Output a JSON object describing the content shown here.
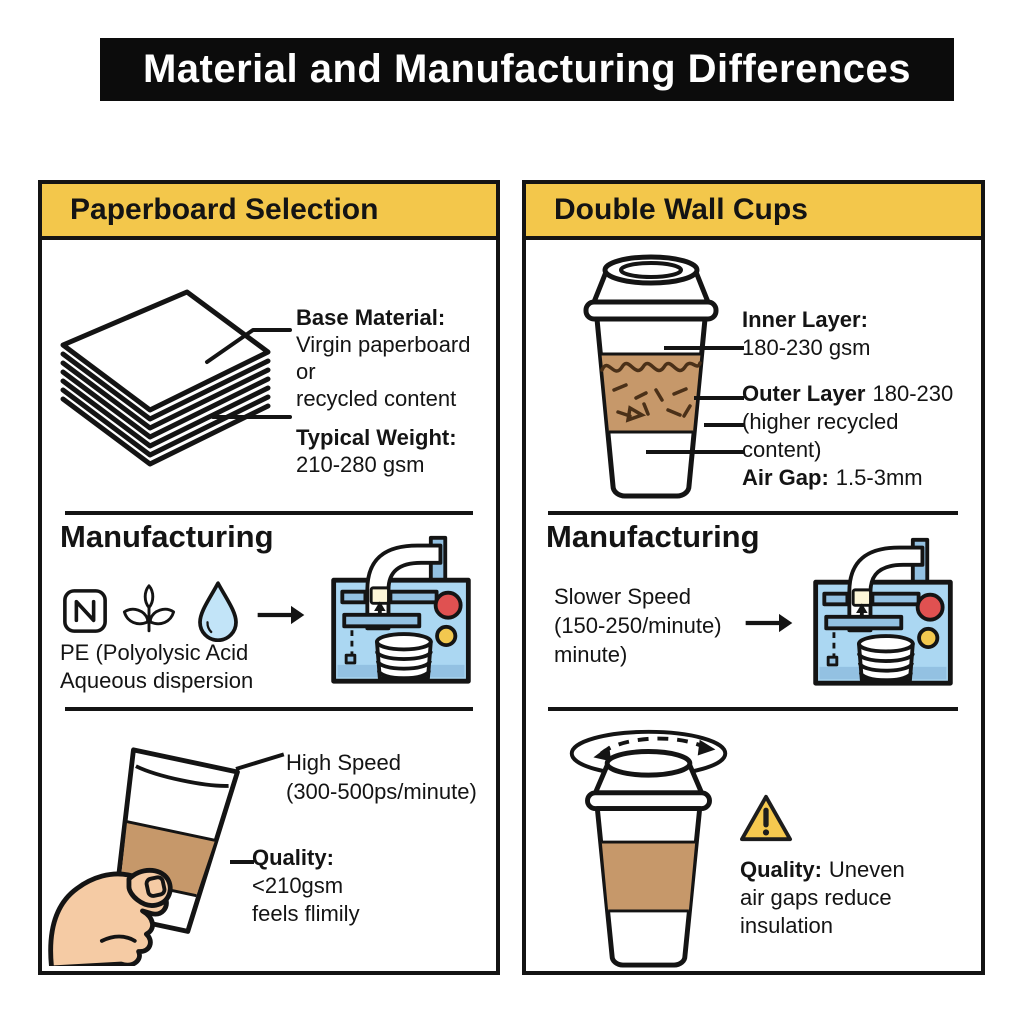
{
  "title": "Material and Manufacturing Differences",
  "left_panel": {
    "header": "Paperboard Selection",
    "base_material": {
      "label": "Base Material:",
      "line1": "Virgin paperboard or",
      "line2": "recycled content"
    },
    "typical_weight": {
      "label": "Typical Weight:",
      "value": "210-280 gsm"
    },
    "manufacturing": {
      "heading": "Manufacturing",
      "coating_line1": "PE (Polyolysic Acid",
      "coating_line2": "Aqueous dispersion"
    },
    "speed": {
      "line1": "High Speed",
      "line2": "(300-500ps/minute)"
    },
    "quality": {
      "label": "Quality:",
      "line1": "<210gsm",
      "line2": "feels flimily"
    }
  },
  "right_panel": {
    "header": "Double Wall Cups",
    "inner_layer": {
      "label": "Inner Layer:",
      "value": "180-230 gsm"
    },
    "outer_layer": {
      "label": "Outer Layer",
      "value": "180-230",
      "note": "(higher recycled content)"
    },
    "air_gap": {
      "label": "Air Gap:",
      "value": "1.5-3mm"
    },
    "manufacturing": {
      "heading": "Manufacturing",
      "speed_line1": "Slower Speed",
      "speed_line2": "(150-250/minute)",
      "speed_line3": "minute)"
    },
    "quality": {
      "label": "Quality:",
      "line1": "Uneven",
      "line2": "air gaps reduce",
      "line3": "insulation"
    }
  },
  "icons": {
    "left": [
      "paperboard-stack-icon",
      "pla-badge-icon",
      "leaf-icon",
      "water-droplet-icon",
      "arrow-right-icon",
      "cup-forming-machine-icon",
      "hand-holding-cup-icon"
    ],
    "right": [
      "double-wall-cup-icon",
      "arrow-right-icon",
      "cup-forming-machine-icon",
      "rotating-cup-icon",
      "warning-triangle-icon"
    ]
  },
  "colors": {
    "banner_bg": "#0c0c0c",
    "banner_text": "#ffffff",
    "header_bg": "#f3c74b",
    "outline": "#141414",
    "cup_band": "#c6986a",
    "band_texture": "#4a3018",
    "machine_blue": "#abd7f2",
    "machine_blue_dark": "#93c1e2",
    "button_red": "#e05151",
    "button_yellow": "#f2c84f",
    "droplet_blue": "#c2e4f8",
    "skin": "#f5cba4",
    "warning_yellow": "#f6c94f"
  }
}
